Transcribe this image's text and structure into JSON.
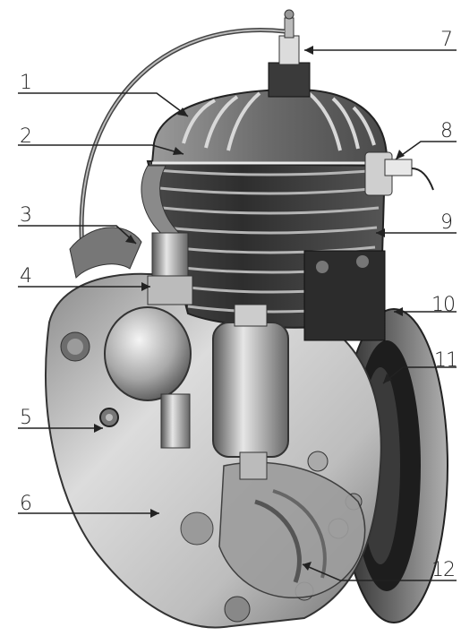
{
  "callouts": [
    {
      "number": "1",
      "side": "left"
    },
    {
      "number": "2",
      "side": "left"
    },
    {
      "number": "3",
      "side": "left"
    },
    {
      "number": "4",
      "side": "left"
    },
    {
      "number": "5",
      "side": "left"
    },
    {
      "number": "6",
      "side": "left"
    },
    {
      "number": "7",
      "side": "right"
    },
    {
      "number": "8",
      "side": "right"
    },
    {
      "number": "9",
      "side": "right"
    },
    {
      "number": "10",
      "side": "right"
    },
    {
      "number": "11",
      "side": "right"
    },
    {
      "number": "12",
      "side": "right"
    }
  ],
  "colors": {
    "ink": "#222222",
    "engine_dark": "#3a3a3a",
    "engine_mid": "#7d7d7d",
    "engine_light": "#c9c9c9",
    "highlight": "#f2f2f2"
  }
}
